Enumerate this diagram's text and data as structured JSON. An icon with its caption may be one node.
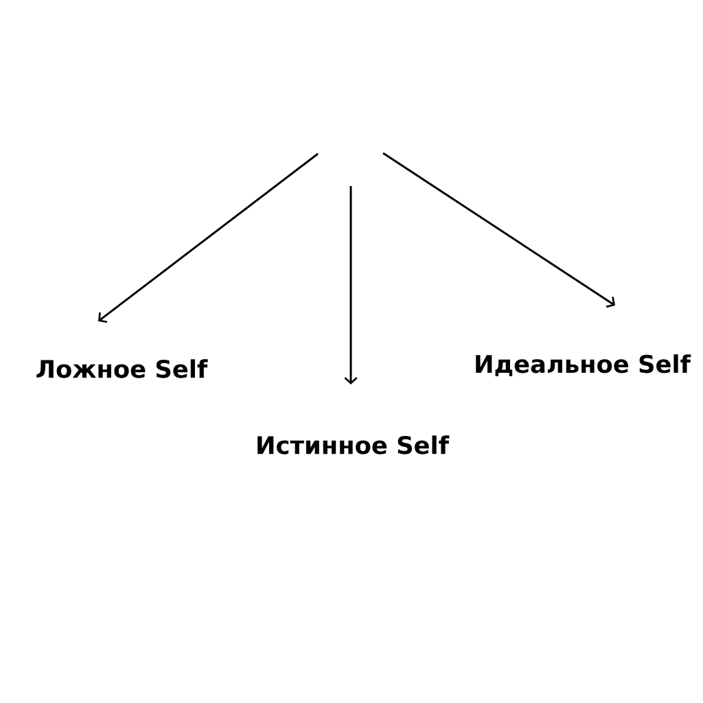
{
  "diagram": {
    "nodes": [
      {
        "text": [
          "Ложное Self"
        ]
      },
      {
        "text": [
          "Истинное Self"
        ]
      },
      {
        "text": [
          "Идеальное Self"
        ]
      }
    ],
    "edges": [
      {
        "from": null,
        "to": 0,
        "arrow": "to"
      },
      {
        "from": null,
        "to": 1,
        "arrow": "to"
      },
      {
        "from": null,
        "to": 2,
        "arrow": "to"
      }
    ]
  }
}
